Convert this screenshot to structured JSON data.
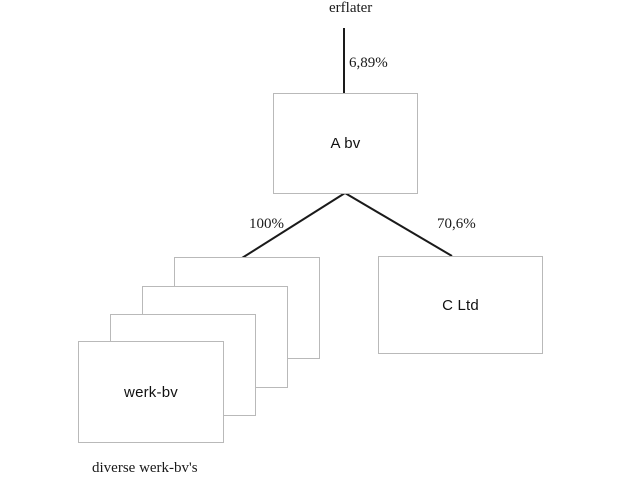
{
  "diagram": {
    "title_label": "erflater",
    "caption": "diverse werk-bv's",
    "nodes": {
      "a_bv": "A bv",
      "c_ltd": "C Ltd",
      "werk_bv": "werk-bv"
    },
    "edges": {
      "top_percentage": "6,89%",
      "left_percentage": "100%",
      "right_percentage": "70,6%"
    },
    "colors": {
      "box_border": "#b9b9b9",
      "connector_line": "#1a1a1a",
      "text": "#111111",
      "background": "#ffffff"
    }
  }
}
